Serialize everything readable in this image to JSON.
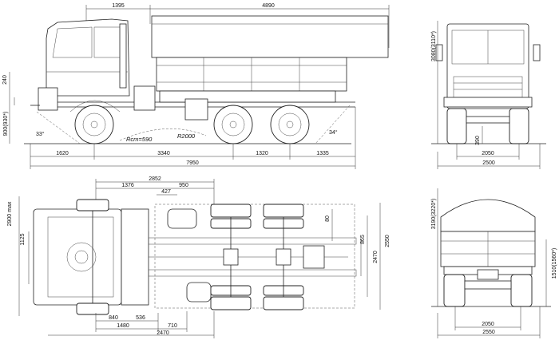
{
  "side_view": {
    "overall_length": "7950",
    "front_overhang": "1620",
    "wheelbase_front": "3340",
    "bogie_spacing": "1320",
    "rear_overhang": "1335",
    "cab_length": "1395",
    "body_length": "4890",
    "hitch_height": "900(930*)",
    "hitch_offset": "240",
    "approach_angle": "33°",
    "departure_angle": "34°",
    "turning_radius": "R2000",
    "static_radius": "Rст=590"
  },
  "front_view": {
    "height": "3080(3110*)",
    "ground_clearance": "390",
    "track_width": "2050",
    "overall_width": "2500"
  },
  "top_view": {
    "dim_1376": "1376",
    "dim_2852": "2852",
    "dim_950": "950",
    "dim_427": "427",
    "dim_2900": "2900 max",
    "dim_1125": "1125",
    "dim_80": "80",
    "dim_865": "865",
    "dim_2470_side": "2470",
    "dim_2550_side": "2550",
    "dim_840": "840",
    "dim_536": "536",
    "dim_1480": "1480",
    "dim_710": "710",
    "dim_2470_bottom": "2470"
  },
  "rear_view": {
    "height": "3190(3220*)",
    "hitch_height": "1510(1560*)",
    "track_width": "2050",
    "overall_width": "2550"
  }
}
